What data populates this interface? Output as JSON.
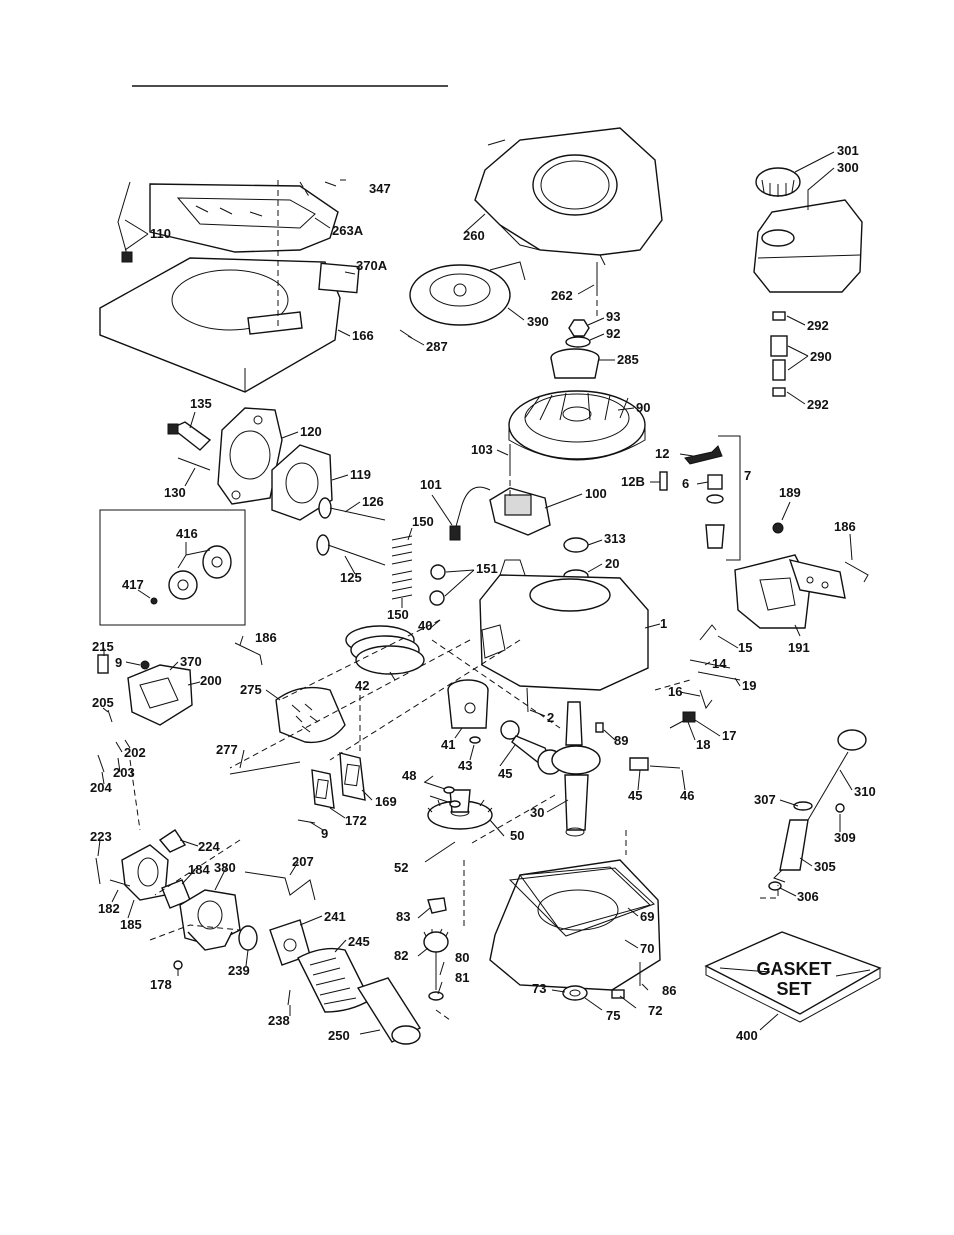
{
  "labels": {
    "l347": "347",
    "l110": "110",
    "l263A": "263A",
    "l370A": "370A",
    "l166": "166",
    "l260": "260",
    "l262": "262",
    "l390": "390",
    "l287": "287",
    "l93": "93",
    "l92": "92",
    "l285": "285",
    "l90": "90",
    "l301": "301",
    "l300": "300",
    "l292a": "292",
    "l290": "290",
    "l292b": "292",
    "l135": "135",
    "l120": "120",
    "l119": "119",
    "l130": "130",
    "l103": "103",
    "l12": "12",
    "l12B": "12B",
    "l6": "6",
    "l7": "7",
    "l101": "101",
    "l100": "100",
    "l126": "126",
    "l150a": "150",
    "l125": "125",
    "l151": "151",
    "l150b": "150",
    "l313": "313",
    "l20": "20",
    "l189": "189",
    "l186a": "186",
    "l191": "191",
    "l416": "416",
    "l417": "417",
    "l40": "40",
    "l1": "1",
    "l42": "42",
    "l15": "15",
    "l14": "14",
    "l19": "19",
    "l215": "215",
    "l9a": "9",
    "l370": "370",
    "l200": "200",
    "l186b": "186",
    "l205": "205",
    "l202": "202",
    "l203": "203",
    "l204": "204",
    "l275": "275",
    "l277": "277",
    "l41": "41",
    "l43": "43",
    "l2": "2",
    "l45a": "45",
    "l89": "89",
    "l16": "16",
    "l18": "18",
    "l17": "17",
    "l45b": "45",
    "l46": "46",
    "l48": "48",
    "l30": "30",
    "l50": "50",
    "l169": "169",
    "l172": "172",
    "l9b": "9",
    "l310": "310",
    "l307": "307",
    "l309": "309",
    "l305": "305",
    "l306": "306",
    "l223": "223",
    "l224": "224",
    "l184": "184",
    "l380": "380",
    "l207": "207",
    "l52": "52",
    "l182": "182",
    "l185": "185",
    "l241": "241",
    "l245": "245",
    "l83": "83",
    "l69": "69",
    "l70": "70",
    "l82": "82",
    "l80": "80",
    "l81": "81",
    "l178": "178",
    "l239": "239",
    "l238": "238",
    "l250": "250",
    "l73": "73",
    "l86": "86",
    "l75": "75",
    "l72": "72",
    "l400": "400"
  },
  "gasket_set": {
    "line1": "GASKET",
    "line2": "SET"
  }
}
